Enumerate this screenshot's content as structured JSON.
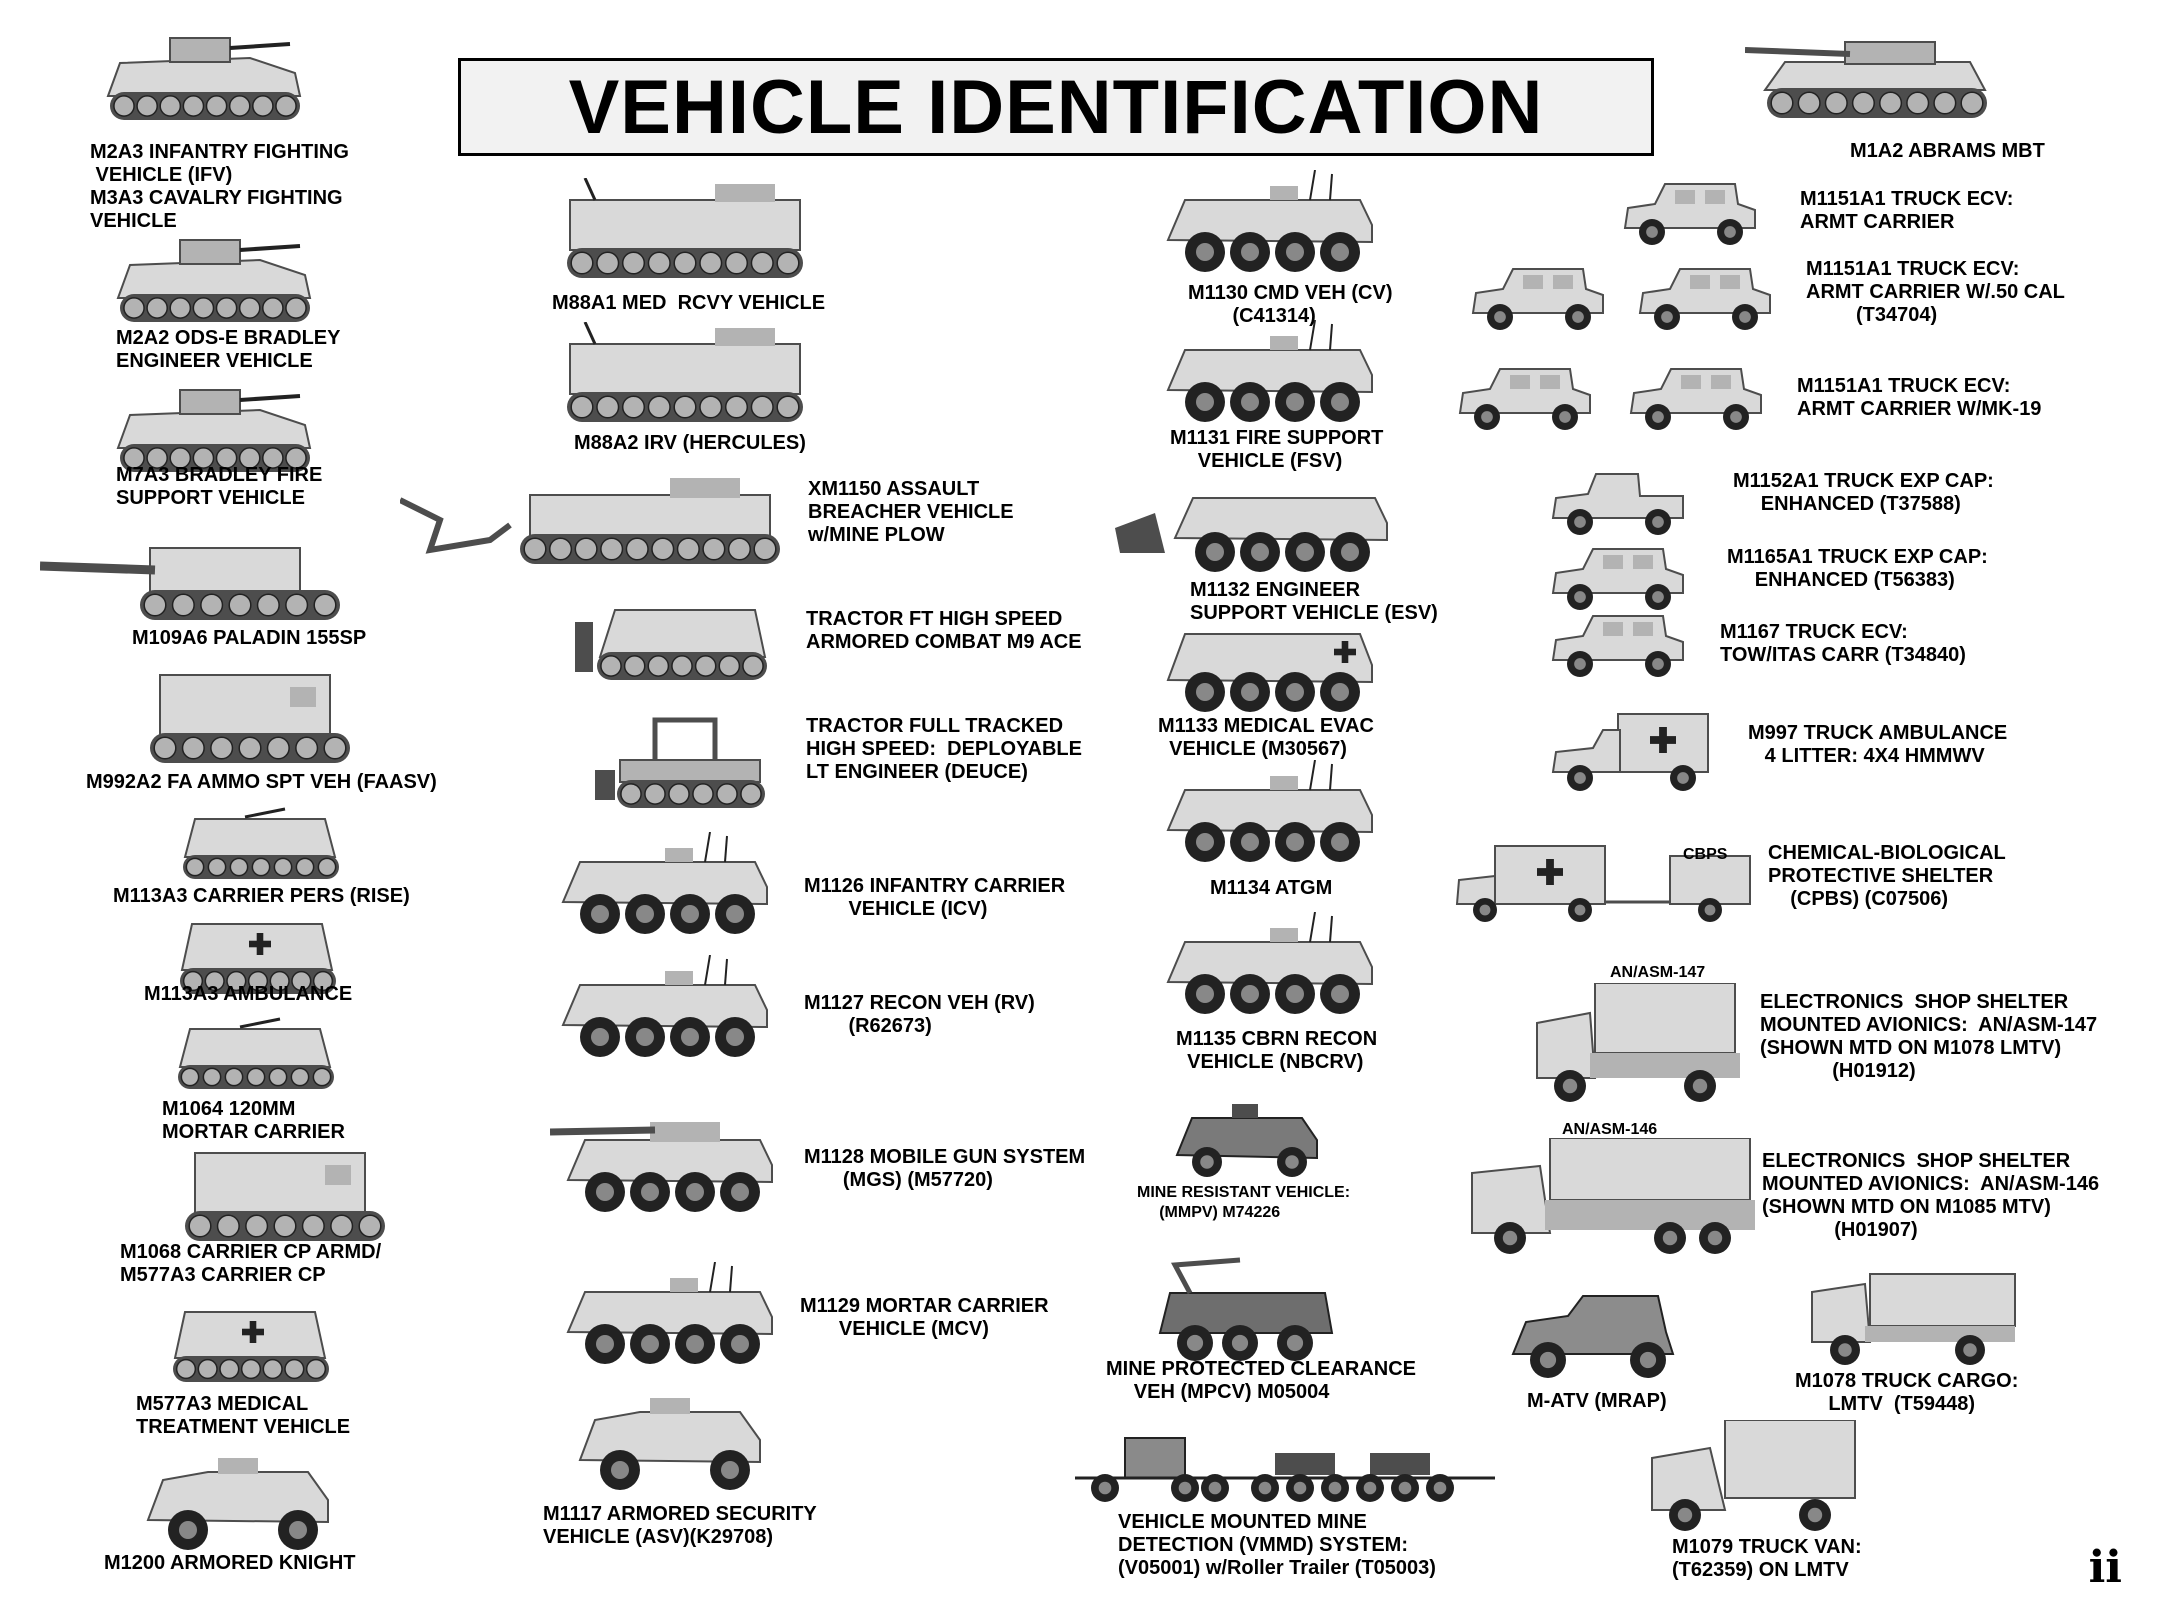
{
  "title": "VEHICLE IDENTIFICATION",
  "page_number": "ii",
  "vehicles": [
    {
      "label": "M2A3 INFANTRY FIGHTING\n VEHICLE (IFV)\nM3A3 CAVALRY FIGHTING\nVEHICLE",
      "icon": "tracked-ifv-icon"
    },
    {
      "label": "M2A2 ODS-E BRADLEY\nENGINEER VEHICLE",
      "icon": "tracked-ifv-icon"
    },
    {
      "label": "M7A3 BRADLEY FIRE\nSUPPORT VEHICLE",
      "icon": "tracked-ifv-icon"
    },
    {
      "label": "M109A6 PALADIN 155SP",
      "icon": "howitzer-icon"
    },
    {
      "label": "M992A2 FA AMMO SPT VEH (FAASV)",
      "icon": "tracked-box-icon"
    },
    {
      "label": "M113A3 CARRIER PERS (RISE)",
      "icon": "apc-icon"
    },
    {
      "label": "M113A3 AMBULANCE",
      "icon": "apc-ambulance-icon"
    },
    {
      "label": "M1064 120MM\nMORTAR CARRIER",
      "icon": "apc-icon"
    },
    {
      "label": "M1068 CARRIER CP ARMD/\nM577A3 CARRIER CP",
      "icon": "tracked-box-icon"
    },
    {
      "label": "M577A3 MEDICAL\nTREATMENT VEHICLE",
      "icon": "apc-ambulance-icon"
    },
    {
      "label": "M1200 ARMORED KNIGHT",
      "icon": "armored-car-icon"
    },
    {
      "label": "M88A1 MED  RCVY VEHICLE",
      "icon": "recovery-vehicle-icon"
    },
    {
      "label": "M88A2 IRV (HERCULES)",
      "icon": "recovery-vehicle-icon"
    },
    {
      "label": "XM1150 ASSAULT\nBREACHER VEHICLE\nw/MINE PLOW",
      "icon": "breacher-plow-icon"
    },
    {
      "label": "TRACTOR FT HIGH SPEED\nARMORED COMBAT M9 ACE",
      "icon": "ace-dozer-icon"
    },
    {
      "label": "TRACTOR FULL TRACKED\nHIGH SPEED:  DEPLOYABLE\nLT ENGINEER (DEUCE)",
      "icon": "deuce-dozer-icon"
    },
    {
      "label": "M1126 INFANTRY CARRIER\n        VEHICLE (ICV)",
      "icon": "stryker-icon"
    },
    {
      "label": "M1127 RECON VEH (RV)\n        (R62673)",
      "icon": "stryker-icon"
    },
    {
      "label": "M1128 MOBILE GUN SYSTEM\n       (MGS) (M57720)",
      "icon": "stryker-gun-icon"
    },
    {
      "label": "M1129 MORTAR CARRIER\n       VEHICLE (MCV)",
      "icon": "stryker-icon"
    },
    {
      "label": "M1117 ARMORED SECURITY\nVEHICLE (ASV)(K29708)",
      "icon": "armored-car-icon"
    },
    {
      "label": "M1130 CMD VEH (CV)\n        (C41314)",
      "icon": "stryker-icon"
    },
    {
      "label": "M1131 FIRE SUPPORT\n     VEHICLE (FSV)",
      "icon": "stryker-icon"
    },
    {
      "label": "M1132 ENGINEER\nSUPPORT VEHICLE (ESV)",
      "icon": "stryker-plow-icon"
    },
    {
      "label": "M1133 MEDICAL EVAC\n  VEHICLE (M30567)",
      "icon": "stryker-ambulance-icon"
    },
    {
      "label": "M1134 ATGM",
      "icon": "stryker-icon"
    },
    {
      "label": "M1135 CBRN RECON\n  VEHICLE (NBCRV)",
      "icon": "stryker-icon"
    },
    {
      "label": "MINE RESISTANT VEHICLE:\n     (MMPV) M74226",
      "icon": "mrap-icon"
    },
    {
      "label": "MINE PROTECTED CLEARANCE\n     VEH (MPCV) M05004",
      "icon": "mpcv-arm-icon"
    },
    {
      "label": "VEHICLE MOUNTED MINE\nDETECTION (VMMD) SYSTEM:\n(V05001) w/Roller Trailer (T05003)",
      "icon": "vmmd-train-icon"
    },
    {
      "label": "M1A2 ABRAMS MBT",
      "icon": "tank-icon"
    },
    {
      "label": "M1151A1 TRUCK ECV:\nARMT CARRIER",
      "icon": "hmmwv-icon"
    },
    {
      "label": "M1151A1 TRUCK ECV:\nARMT CARRIER W/.50 CAL\n         (T34704)",
      "icon": "hmmwv-icon"
    },
    {
      "label": "M1151A1 TRUCK ECV:\nARMT CARRIER W/MK-19",
      "icon": "hmmwv-icon"
    },
    {
      "label": "M1152A1 TRUCK EXP CAP:\n     ENHANCED (T37588)",
      "icon": "hmmwv-pickup-icon"
    },
    {
      "label": "M1165A1 TRUCK EXP CAP:\n     ENHANCED (T56383)",
      "icon": "hmmwv-icon"
    },
    {
      "label": "M1167 TRUCK ECV:\nTOW/ITAS CARR (T34840)",
      "icon": "hmmwv-icon"
    },
    {
      "label": "M997 TRUCK AMBULANCE\n   4 LITTER: 4X4 HMMWV",
      "icon": "hmmwv-ambulance-icon"
    },
    {
      "label": "CHEMICAL-BIOLOGICAL\nPROTECTIVE SHELTER\n    (CPBS) (C07506)",
      "icon": "shelter-trailer-icon",
      "tag": "CBPS"
    },
    {
      "label": "ELECTRONICS  SHOP SHELTER\nMOUNTED AVIONICS:  AN/ASM-147\n(SHOWN MTD ON M1078 LMTV)\n             (H01912)",
      "icon": "shelter-truck-icon",
      "tag": "AN/ASM-147"
    },
    {
      "label": "ELECTRONICS  SHOP SHELTER\nMOUNTED AVIONICS:  AN/ASM-146\n(SHOWN MTD ON M1085 MTV)\n             (H01907)",
      "icon": "shelter-truck-long-icon",
      "tag": "AN/ASM-146"
    },
    {
      "label": "M-ATV (MRAP)",
      "icon": "matv-icon"
    },
    {
      "label": "M1078 TRUCK CARGO:\n      LMTV  (T59448)",
      "icon": "cargo-truck-icon"
    },
    {
      "label": "M1079 TRUCK VAN:\n(T62359) ON LMTV",
      "icon": "van-truck-icon"
    }
  ]
}
